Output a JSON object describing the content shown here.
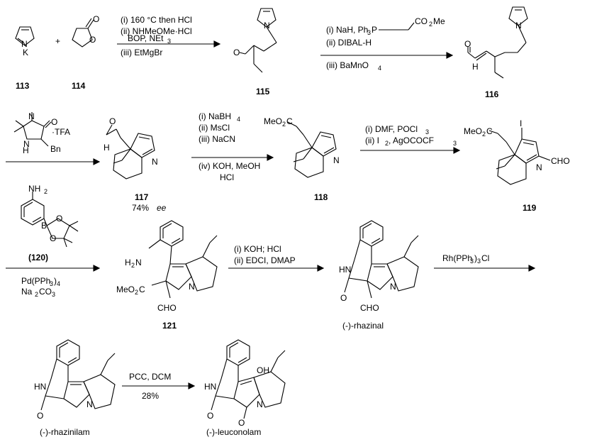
{
  "compounds": {
    "c113": "113",
    "c114": "114",
    "c115": "115",
    "c116": "116",
    "c117": "117",
    "c117_ee": "74% ",
    "c117_ee_italic": "ee",
    "c118": "118",
    "c119": "119",
    "c120": "(120)",
    "c121": "121",
    "rhazinal": "(-)-rhazinal",
    "rhazinilam": "(-)-rhazinilam",
    "leuconolam": "(-)-leuconolam"
  },
  "step1": {
    "i": "(i) 160 °C then HCl",
    "ii": "(ii) NHMeOMe·HCl",
    "ii_b": "BOP, NEt",
    "iii": "(iii) EtMgBr"
  },
  "step2": {
    "i": "(i) NaH, Ph",
    "i_b": "P",
    "i_c": "CO",
    "i_d": "Me",
    "ii": "(ii) DIBAL-H",
    "iii": "(iii) BaMnO"
  },
  "step3": {
    "reagent": "·TFA",
    "bn": "Bn"
  },
  "step4": {
    "i": "(i) NaBH",
    "ii": "(ii) MsCl",
    "iii": "(iii) NaCN",
    "iv": "(iv) KOH, MeOH",
    "iv_b": "HCl"
  },
  "step5": {
    "i": "(i) DMF, POCl",
    "ii": "(ii) I",
    "ii_b": ", AgOCOCF"
  },
  "step6": {
    "cat": "Pd(PPh",
    "cat_b": ")",
    "base": "Na",
    "base_b": "CO"
  },
  "step7": {
    "i": "(i) KOH; HCl",
    "ii": "(ii) EDCI, DMAP"
  },
  "step8": {
    "reagent": "Rh(PPh",
    "reagent_b": ")",
    "reagent_c": "Cl"
  },
  "step9": {
    "reagent": "PCC, DCM",
    "yield": "28%"
  },
  "atoms": {
    "K": "K",
    "N": "N",
    "O": "O",
    "H": "H",
    "MeO2C_a": "MeO",
    "MeO2C_b": "C",
    "CHO": "CHO",
    "NH2_a": "NH",
    "HN": "HN",
    "H2N_a": "H",
    "H2N_b": "N",
    "I": "I",
    "OH": "OH",
    "B": "B",
    "MeO2C_121_a": "MeO",
    "MeO2C_121_b": "C",
    "two": "2",
    "three": "3",
    "four": "4"
  }
}
